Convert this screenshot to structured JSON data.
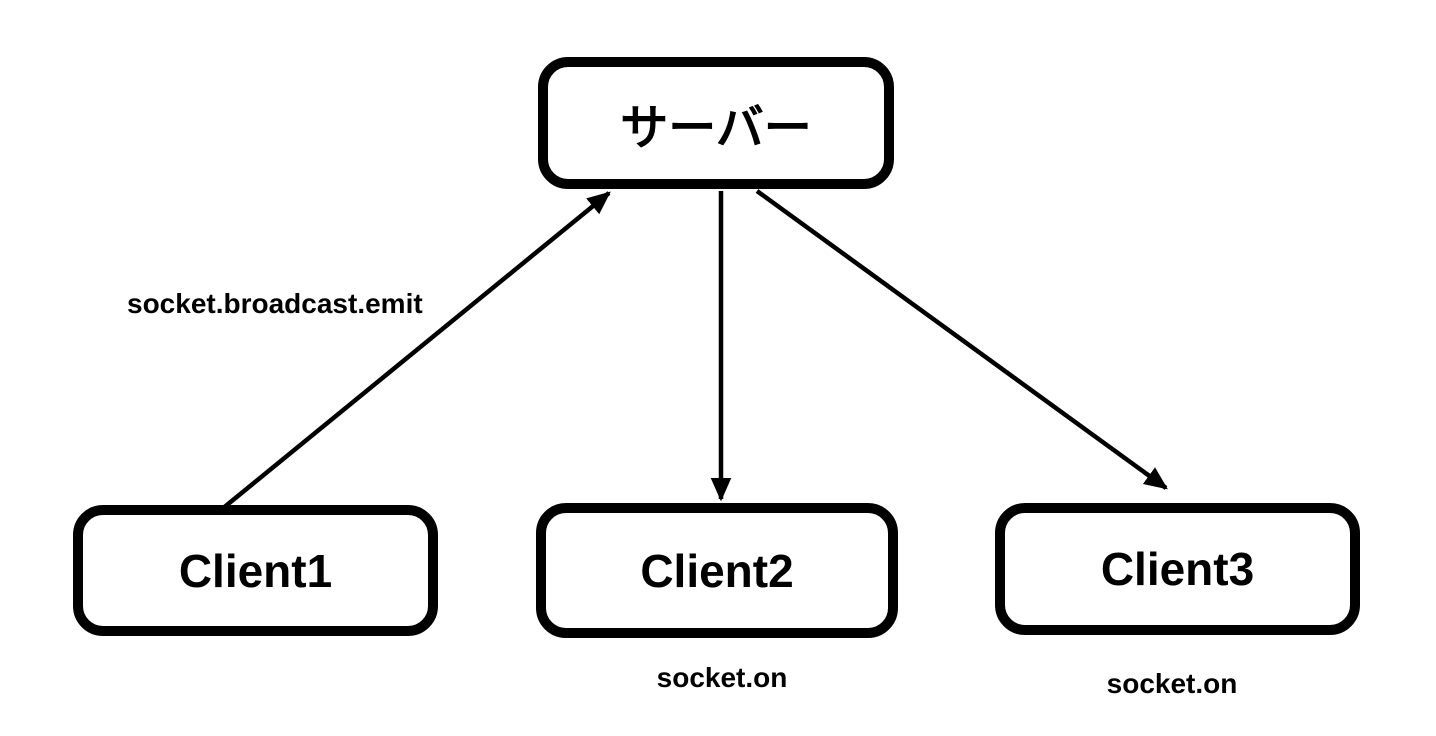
{
  "diagram": {
    "type": "network-communication-diagram",
    "colors": {
      "background": "#ffffff",
      "stroke": "#000000",
      "text": "#000000"
    },
    "nodes": {
      "server": {
        "label": "サーバー"
      },
      "client1": {
        "label": "Client1"
      },
      "client2": {
        "label": "Client2"
      },
      "client3": {
        "label": "Client3"
      }
    },
    "edges": {
      "client1_to_server": {
        "label": "socket.broadcast.emit",
        "direction": "client1 -> server"
      },
      "server_to_client2": {
        "label": "",
        "direction": "server -> client2"
      },
      "server_to_client3": {
        "label": "",
        "direction": "server -> client3"
      }
    },
    "captions": {
      "client2_socket_on": "socket.on",
      "client3_socket_on": "socket.on"
    }
  }
}
